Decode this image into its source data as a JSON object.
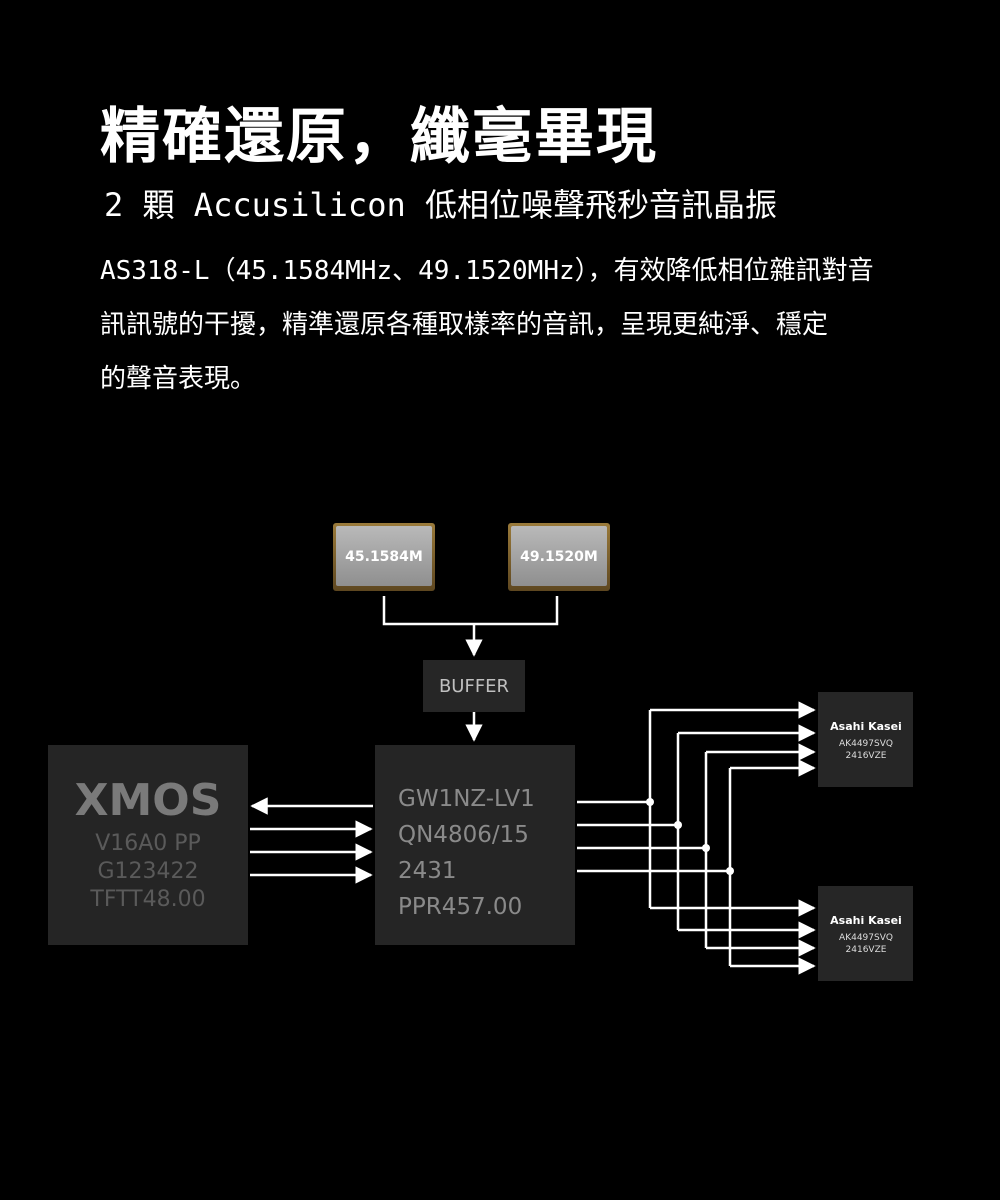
{
  "headline": "精確還原，纖毫畢現",
  "subhead": "2 顆 Accusilicon 低相位噪聲飛秒音訊晶振",
  "body_lines": [
    "AS318-L（45.1584MHz、49.1520MHz），有效降低相位雜訊對音",
    "訊訊號的干擾，精準還原各種取樣率的音訊，呈現更純淨、穩定",
    "的聲音表現。"
  ],
  "diagram": {
    "crystal_1": "45.1584M",
    "crystal_2": "49.1520M",
    "buffer": "BUFFER",
    "xmos": {
      "logo": "XMOS",
      "lines": [
        "V16A0 PP",
        "G123422",
        "TFTT48.00"
      ]
    },
    "fpga": {
      "lines": [
        "GW1NZ-LV1",
        "QN4806/15",
        "2431",
        "PPR457.00"
      ]
    },
    "dac_top": {
      "brand": "Asahi Kasei",
      "part": "AK4497SVQ",
      "code": "2416VZE"
    },
    "dac_bottom": {
      "brand": "Asahi Kasei",
      "part": "AK4497SVQ",
      "code": "2416VZE"
    }
  }
}
